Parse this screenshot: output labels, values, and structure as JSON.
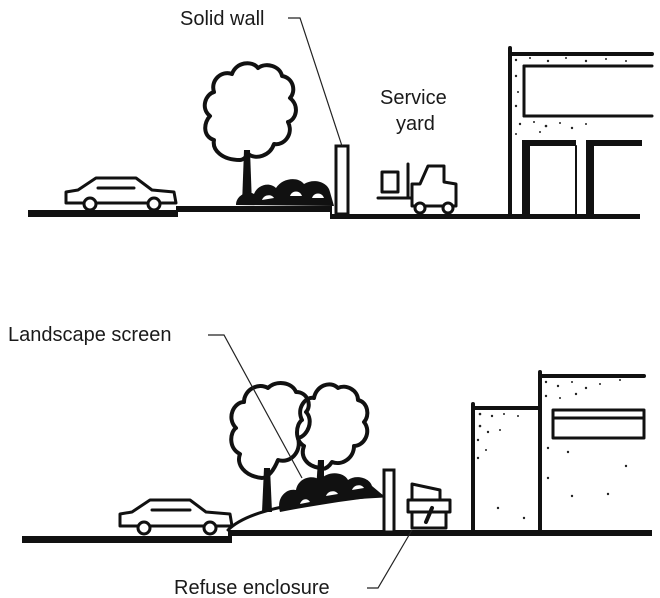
{
  "diagram": {
    "type": "site-section-comparison",
    "sections": [
      {
        "id": "top",
        "elements": [
          "car",
          "street tree",
          "shrubs",
          "solid wall",
          "forklift",
          "building"
        ],
        "labels": {
          "solid_wall": "Solid wall",
          "service_yard_line1": "Service",
          "service_yard_line2": "yard"
        }
      },
      {
        "id": "bottom",
        "elements": [
          "car",
          "berm",
          "two trees",
          "shrubs",
          "low wall",
          "refuse bin",
          "stepped building"
        ],
        "labels": {
          "landscape_screen": "Landscape screen",
          "refuse_enclosure": "Refuse enclosure"
        }
      }
    ],
    "colors": {
      "ink": "#111111",
      "background": "#ffffff",
      "text": "#1a1a1a"
    }
  }
}
